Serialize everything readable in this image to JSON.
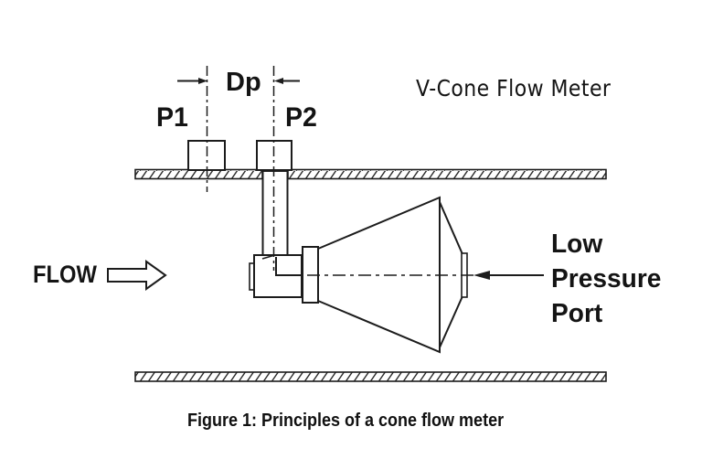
{
  "figure": {
    "title": "V-Cone Flow Meter",
    "caption": "Figure 1: Principles of a cone flow meter",
    "labels": {
      "dp": "Dp",
      "p1": "P1",
      "p2": "P2",
      "flow": "FLOW",
      "low_pressure_port": "Low\nPressure\nPort"
    },
    "colors": {
      "line": "#1c1c1c",
      "background": "#ffffff"
    }
  }
}
